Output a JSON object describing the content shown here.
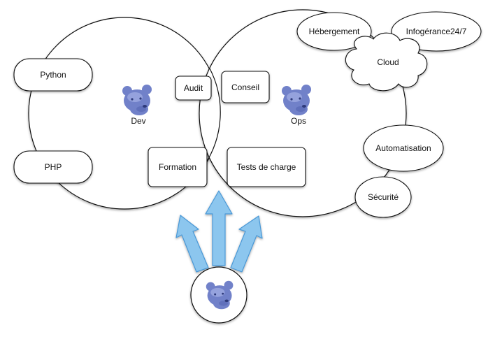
{
  "colors": {
    "shape_fill": "#ffffff",
    "shape_stroke": "#111111",
    "arrow_fill": "#8cc6ee",
    "arrow_stroke": "#4a98d6",
    "mascot": "#7080c8"
  },
  "circles": {
    "dev": {
      "label": "Dev",
      "icon": "bear-mascot-icon"
    },
    "ops": {
      "label": "Ops",
      "icon": "bear-mascot-icon"
    },
    "source": {
      "icon": "bear-mascot-icon"
    }
  },
  "dev_boxes": {
    "python": "Python",
    "php": "PHP",
    "audit": "Audit",
    "formation": "Formation"
  },
  "ops_boxes": {
    "conseil": "Conseil",
    "tests_de_charge": "Tests de charge"
  },
  "clouds": {
    "hebergement": "Hébergement",
    "infogerance": "Infogérance24/7",
    "cloud": "Cloud",
    "automatisation": "Automatisation",
    "securite": "Sécurité"
  }
}
